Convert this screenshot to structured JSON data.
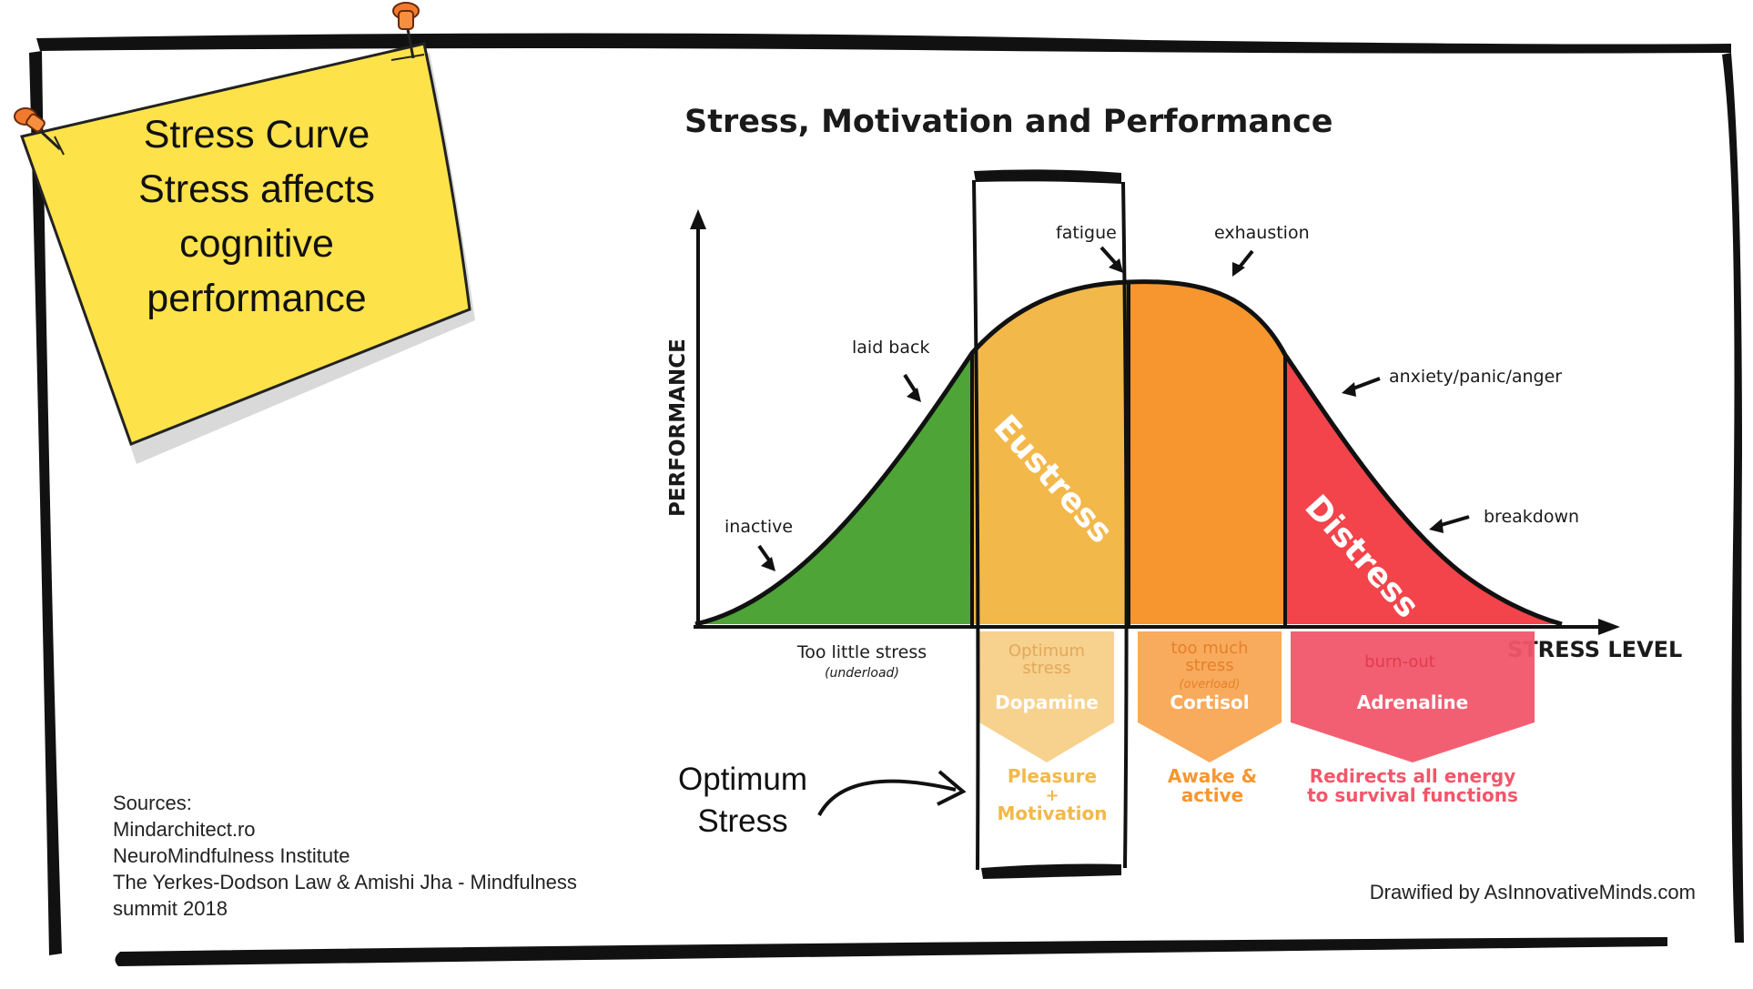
{
  "note": {
    "lines": [
      "Stress Curve",
      "Stress affects",
      "cognitive",
      "performance"
    ],
    "color": "#fde24a"
  },
  "chart": {
    "title": "Stress, Motivation and Performance",
    "y_axis_label": "PERFORMANCE",
    "x_axis_label": "STRESS LEVEL",
    "curve_labels": {
      "inactive": "inactive",
      "laid_back": "laid back",
      "fatigue": "fatigue",
      "exhaustion": "exhaustion",
      "anxiety": "anxiety/panic/anger",
      "breakdown": "breakdown"
    },
    "zones": {
      "eustress": "Eustress",
      "distress": "Distress"
    },
    "below_axis": {
      "too_little": "Too little stress",
      "underload": "(underload)",
      "optimum_line1": "Optimum",
      "optimum_line2": "stress",
      "dopamine": "Dopamine",
      "pleasure": "Pleasure",
      "plus": "+",
      "motivation": "Motivation",
      "too_much_line1": "too much",
      "too_much_line2": "stress",
      "overload": "(overload)",
      "cortisol": "Cortisol",
      "awake_line1": "Awake &",
      "awake_line2": "active",
      "burnout": "burn-out",
      "adrenaline": "Adrenaline",
      "redirects_line1": "Redirects all energy",
      "redirects_line2": "to survival functions"
    },
    "colors": {
      "green": "#4ea437",
      "yellow": "#f3b84a",
      "orange": "#f7962e",
      "red": "#f2444a",
      "pink": "#f2566a"
    }
  },
  "optimum_callout": {
    "line1": "Optimum",
    "line2": "Stress"
  },
  "sources": {
    "lines": [
      "Sources:",
      "Mindarchitect.ro",
      "NeuroMindfulness Institute",
      "The Yerkes-Dodson Law & Amishi Jha - Mindfulness",
      "summit 2018"
    ]
  },
  "credit": "Drawified by AsInnovativeMinds.com"
}
